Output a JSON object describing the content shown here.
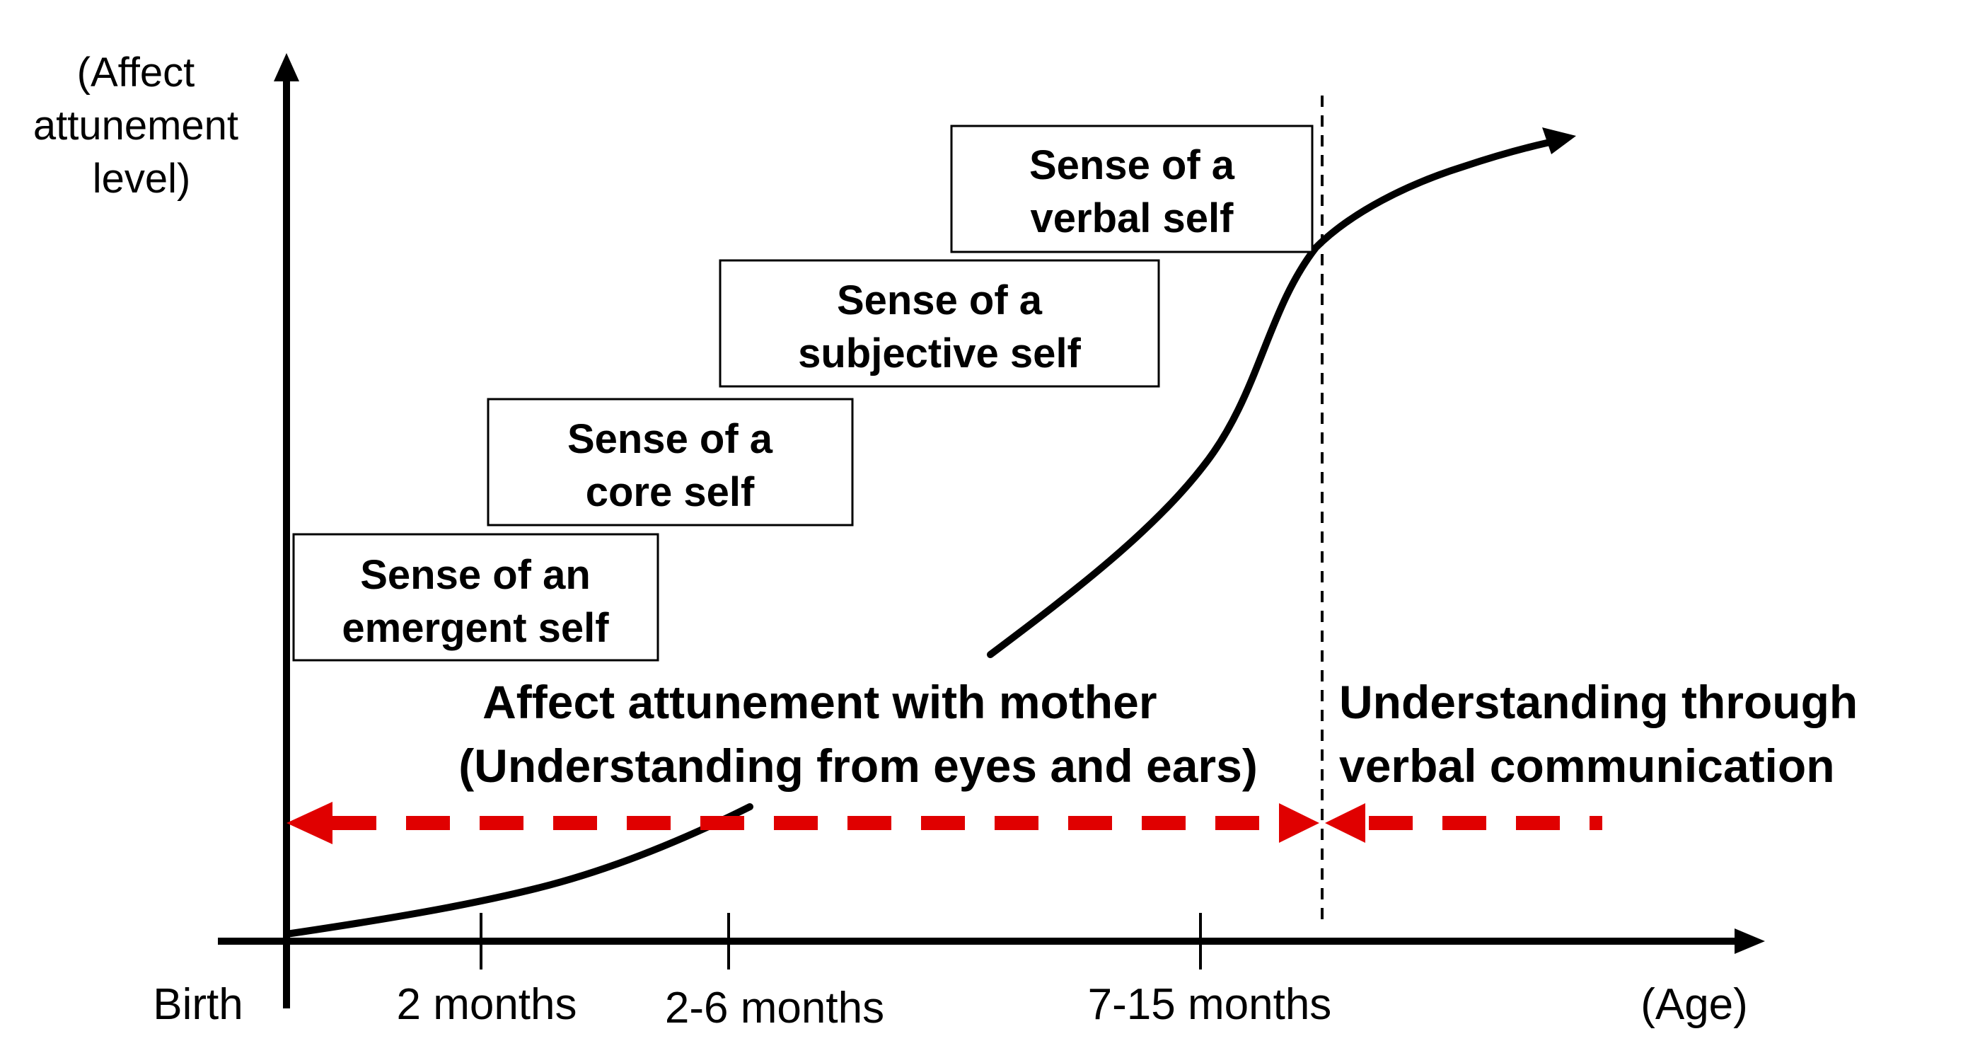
{
  "y_axis_label": [
    "(Affect",
    "attunement",
    "level)"
  ],
  "x_axis_label": "(Age)",
  "x_ticks": [
    "Birth",
    "2 months",
    "2-6 months",
    "7-15 months"
  ],
  "stage_boxes": [
    {
      "line1": "Sense of an",
      "line2": "emergent self"
    },
    {
      "line1": "Sense of a",
      "line2": "core self"
    },
    {
      "line1": "Sense of a",
      "line2": "subjective self"
    },
    {
      "line1": "Sense of a",
      "line2": "verbal self"
    }
  ],
  "left_phase": {
    "line1": "Affect attunement with mother",
    "line2": "(Understanding from eyes and ears)"
  },
  "right_phase": {
    "line1": "Understanding  through",
    "line2": "verbal communication"
  },
  "colors": {
    "arrow_red": "#e00000",
    "ink": "#000000"
  }
}
